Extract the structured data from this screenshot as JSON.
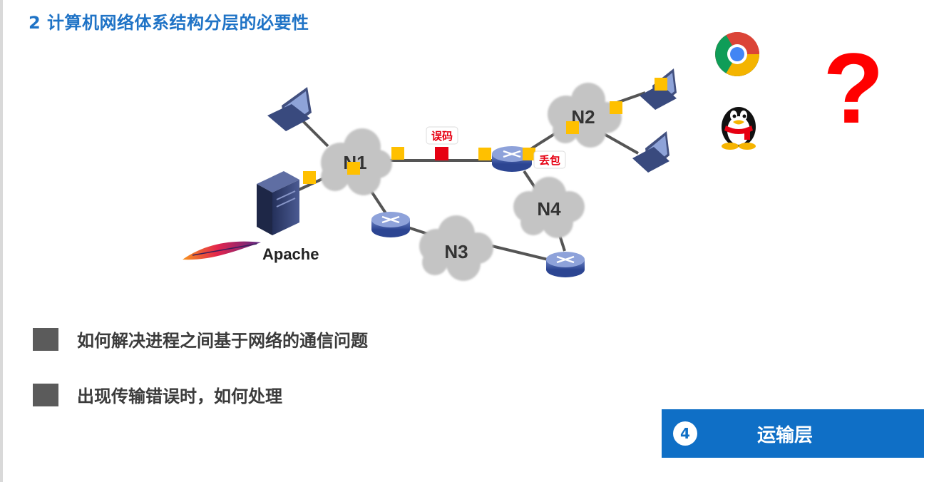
{
  "page": {
    "title": "2 计算机网络体系结构分层的必要性"
  },
  "diagram": {
    "nodes": {
      "n1": "N1",
      "n2": "N2",
      "n3": "N3",
      "n4": "N4"
    },
    "labels": {
      "error": "误码",
      "loss": "丢包",
      "server_app": "Apache",
      "question": "?"
    }
  },
  "bullets": [
    {
      "text": "如何解决进程之间基于网络的通信问题"
    },
    {
      "text": "出现传输错误时，如何处理"
    }
  ],
  "layer": {
    "number": "4",
    "name": "运输层"
  },
  "colors": {
    "title": "#1f73c6",
    "layer_box": "#0f6fc6",
    "packet": "#ffc000",
    "error_packet": "#e60012",
    "question_mark": "#ff0000",
    "cloud": "#bfbfbf"
  }
}
